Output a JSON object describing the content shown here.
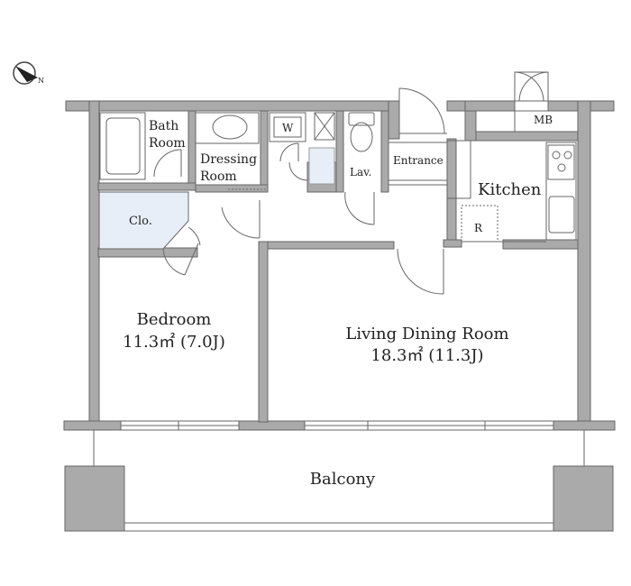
{
  "rooms": {
    "bath": {
      "line1": "Bath",
      "line2": "Room"
    },
    "dressing": {
      "line1": "Dressing",
      "line2": "Room"
    },
    "washer": "W",
    "lavatory": "Lav.",
    "entrance": "Entrance",
    "meter_box": "MB",
    "kitchen": "Kitchen",
    "refrigerator": "R",
    "closet": "Clo.",
    "bedroom": {
      "name": "Bedroom",
      "area": "11.3㎡ (7.0J)"
    },
    "living": {
      "name": "Living Dining Room",
      "area": "18.3㎡ (11.3J)"
    },
    "balcony": "Balcony"
  },
  "compass": {
    "north": "N"
  },
  "colors": {
    "wall": "#aaaaaa",
    "wall_stroke": "#666666",
    "closet_fill": "#e8eef8",
    "line": "#666666"
  }
}
